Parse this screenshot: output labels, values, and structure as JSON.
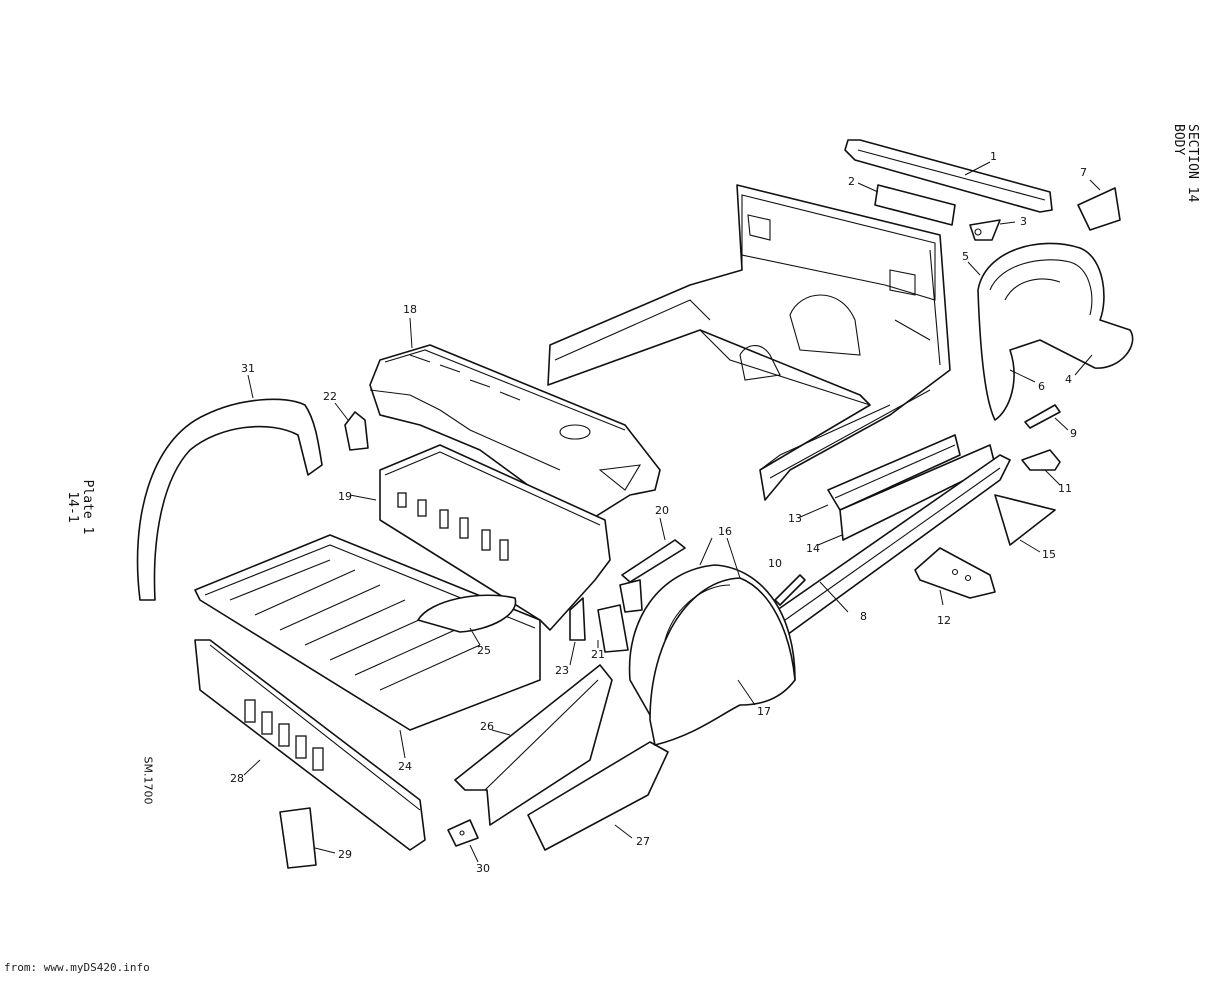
{
  "section": {
    "line1": "SECTION 14",
    "line2": "BODY"
  },
  "plate": {
    "line1": "Plate 1",
    "line2": "14-1"
  },
  "ref_code": "SM.1700",
  "footer": "from: www.myDS420.info",
  "parts": [
    {
      "id": "p1",
      "label": "1"
    },
    {
      "id": "p2",
      "label": "2"
    },
    {
      "id": "p3",
      "label": "3"
    },
    {
      "id": "p4",
      "label": "4"
    },
    {
      "id": "p5",
      "label": "5"
    },
    {
      "id": "p6",
      "label": "6"
    },
    {
      "id": "p7",
      "label": "7"
    },
    {
      "id": "p8",
      "label": "8"
    },
    {
      "id": "p9",
      "label": "9"
    },
    {
      "id": "p10",
      "label": "10"
    },
    {
      "id": "p11",
      "label": "11"
    },
    {
      "id": "p12",
      "label": "12"
    },
    {
      "id": "p13",
      "label": "13"
    },
    {
      "id": "p14",
      "label": "14"
    },
    {
      "id": "p15",
      "label": "15"
    },
    {
      "id": "p16",
      "label": "16"
    },
    {
      "id": "p17",
      "label": "17"
    },
    {
      "id": "p18",
      "label": "18"
    },
    {
      "id": "p19",
      "label": "19"
    },
    {
      "id": "p20",
      "label": "20"
    },
    {
      "id": "p21",
      "label": "21"
    },
    {
      "id": "p22",
      "label": "22"
    },
    {
      "id": "p23",
      "label": "23"
    },
    {
      "id": "p24",
      "label": "24"
    },
    {
      "id": "p25",
      "label": "25"
    },
    {
      "id": "p26",
      "label": "26"
    },
    {
      "id": "p27",
      "label": "27"
    },
    {
      "id": "p28",
      "label": "28"
    },
    {
      "id": "p29",
      "label": "29"
    },
    {
      "id": "p30",
      "label": "30"
    },
    {
      "id": "p31",
      "label": "31"
    }
  ]
}
